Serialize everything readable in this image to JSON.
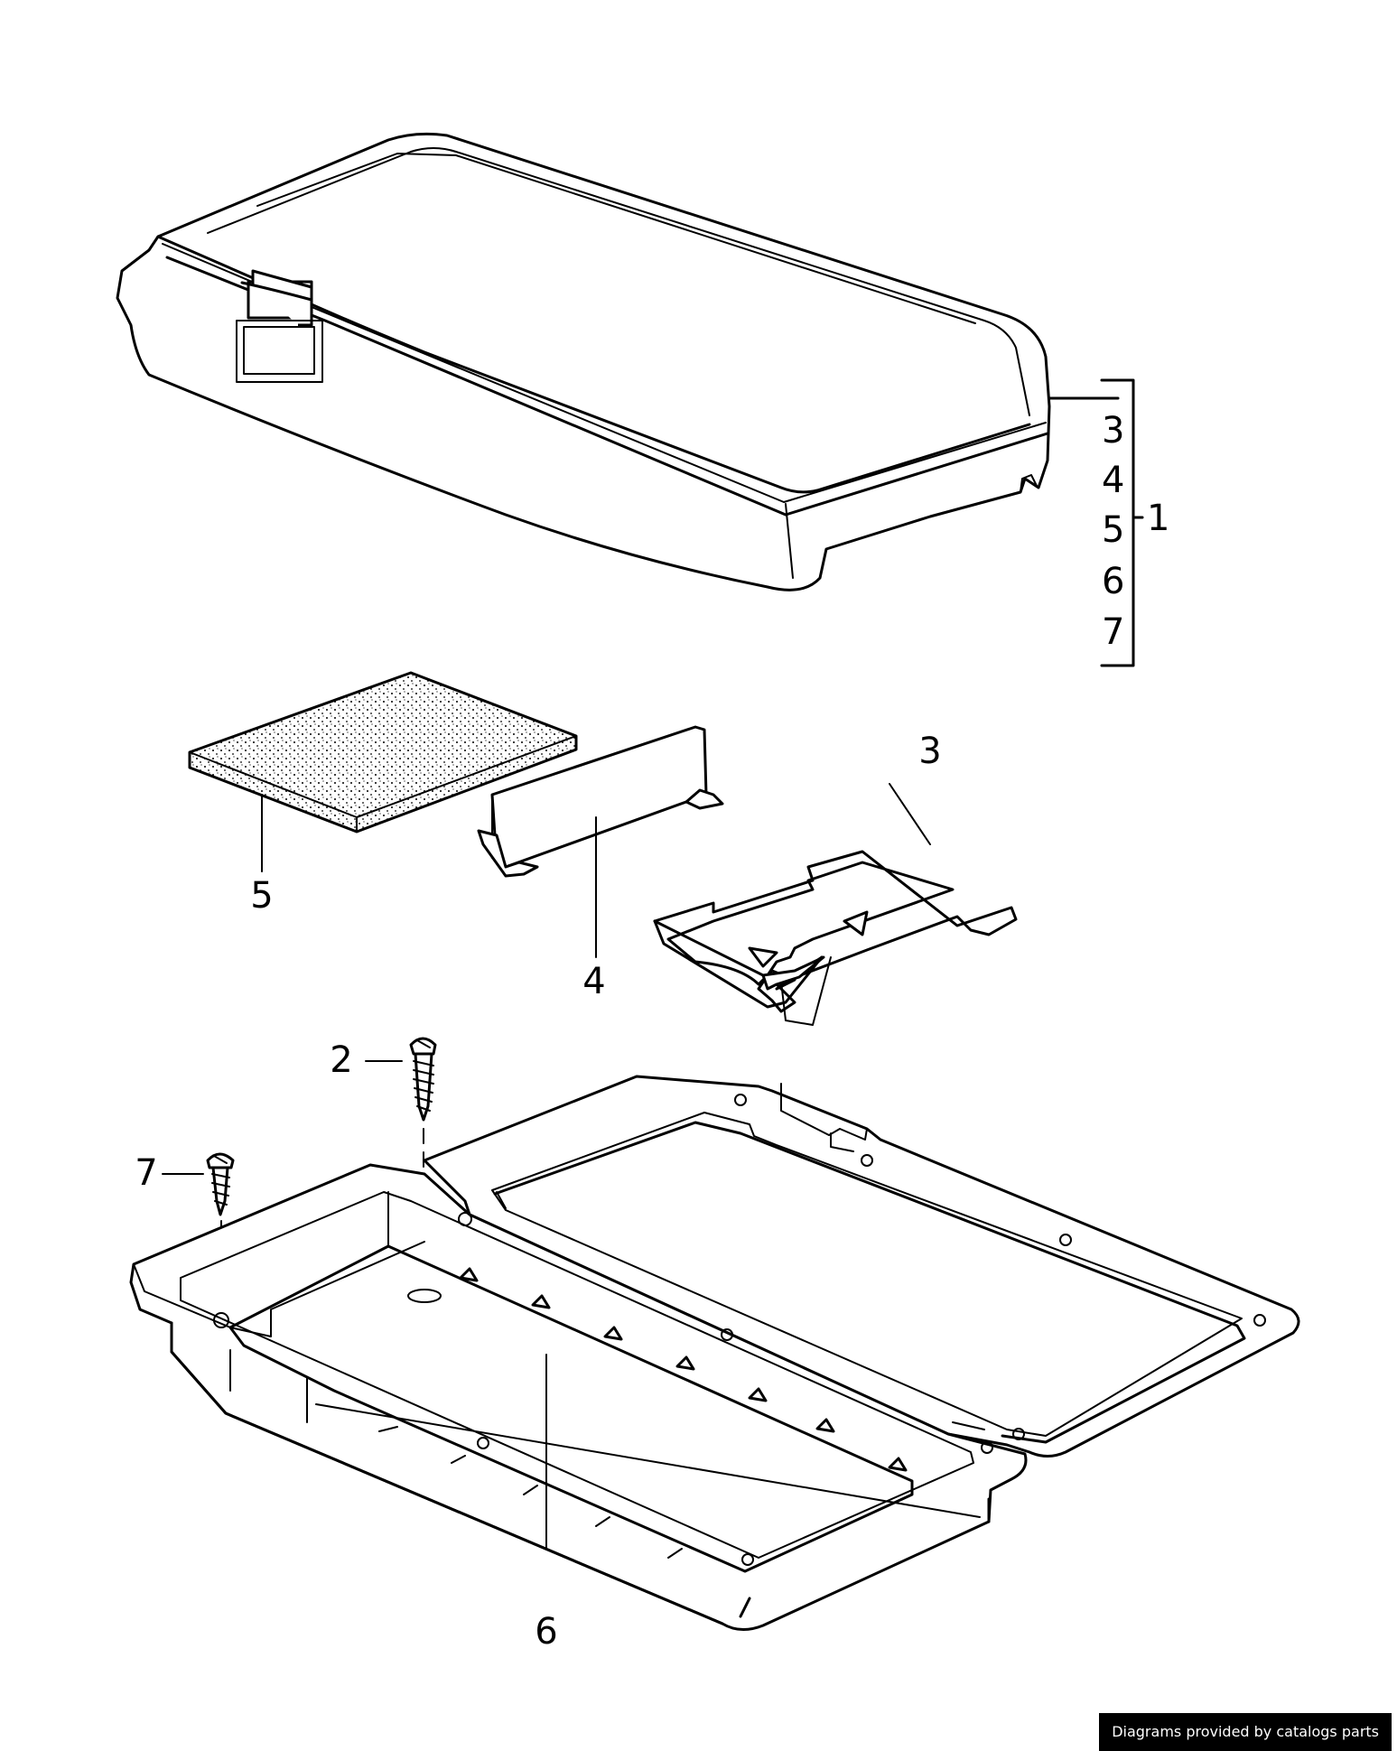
{
  "callouts": {
    "bracket_items": [
      "3",
      "4",
      "5",
      "6",
      "7"
    ],
    "assembly": "1",
    "screw_long": "2",
    "bracket_plate": "3",
    "divider": "4",
    "foam_pad": "5",
    "base_tray": "6",
    "screw_short": "7"
  },
  "footer": {
    "credit": "Diagrams provided by catalogs parts"
  },
  "colors": {
    "line": "#000000",
    "background": "#ffffff",
    "credit_bg": "#000000",
    "credit_text": "#ffffff"
  }
}
